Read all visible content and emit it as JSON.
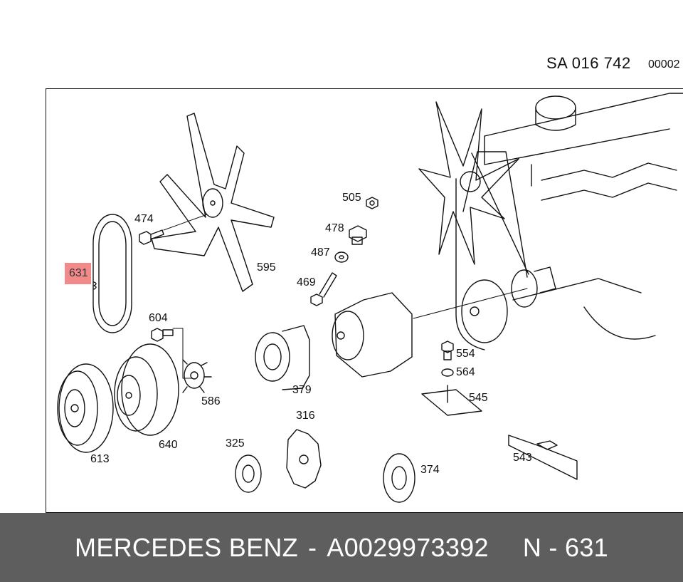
{
  "header": {
    "code": "SA 016 742",
    "sheet": "00002"
  },
  "callouts": [
    {
      "id": "631",
      "highlighted": true
    },
    {
      "id": "474"
    },
    {
      "id": "595"
    },
    {
      "id": "505"
    },
    {
      "id": "478"
    },
    {
      "id": "487"
    },
    {
      "id": "469"
    },
    {
      "id": "604"
    },
    {
      "id": "586"
    },
    {
      "id": "379"
    },
    {
      "id": "554"
    },
    {
      "id": "564"
    },
    {
      "id": "545"
    },
    {
      "id": "613"
    },
    {
      "id": "640"
    },
    {
      "id": "316"
    },
    {
      "id": "325"
    },
    {
      "id": "374"
    },
    {
      "id": "543"
    }
  ],
  "footer": {
    "brand": "MERCEDES BENZ",
    "dash": "-",
    "part_number": "A0029973392",
    "position": "N - 631"
  },
  "colors": {
    "highlight": "#f38a8a",
    "footer_bg": "#5e5e5e",
    "line": "#111111"
  }
}
